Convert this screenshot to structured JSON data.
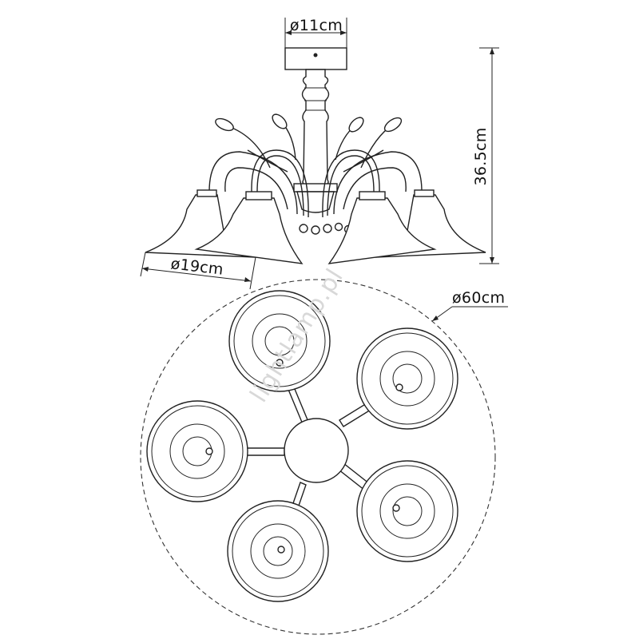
{
  "dimensions": {
    "canopy_diameter": "ø11cm",
    "height": "36.5cm",
    "shade_diameter": "ø19cm",
    "overall_diameter": "ø60cm"
  },
  "watermark": "lightlamp.pl",
  "top_view": {
    "shade_count": 5
  },
  "colors": {
    "line": "#222222",
    "background": "#ffffff",
    "watermark": "#d8d8d8"
  }
}
